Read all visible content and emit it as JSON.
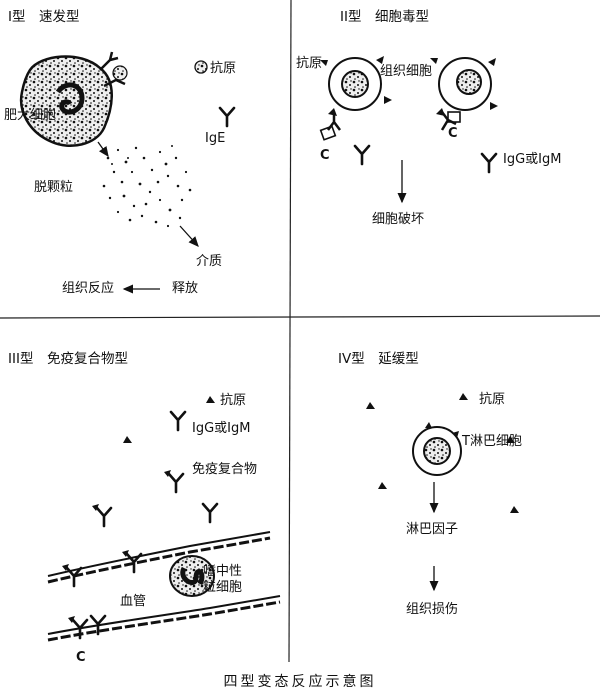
{
  "panels": {
    "type1": {
      "title": "I型　速发型",
      "mast_cell": "肥大细胞",
      "antigen": "抗原",
      "ige": "IgE",
      "degranulation": "脱颗粒",
      "mediator": "介质",
      "release": "释放",
      "tissue_reaction": "组织反应"
    },
    "type2": {
      "title": "II型　细胞毒型",
      "antigen": "抗原",
      "tissue_cell": "组织细胞",
      "complement_left": "C",
      "complement_right": "C",
      "antibody": "IgG或IgM",
      "cell_destruction": "细胞破坏"
    },
    "type3": {
      "title": "III型　免疫复合物型",
      "antigen": "抗原",
      "antibody": "IgG或IgM",
      "immune_complex": "免疫复合物",
      "neutrophil": "嗜中性\n粒细胞",
      "vessel": "血管",
      "complement": "C"
    },
    "type4": {
      "title": "IV型　延缓型",
      "antigen": "抗原",
      "t_cell": "T淋巴细胞",
      "lymphokine": "淋巴因子",
      "tissue_damage": "组织损伤"
    }
  },
  "caption": "四型变态反应示意图",
  "colors": {
    "ink": "#111111",
    "background": "#ffffff"
  }
}
